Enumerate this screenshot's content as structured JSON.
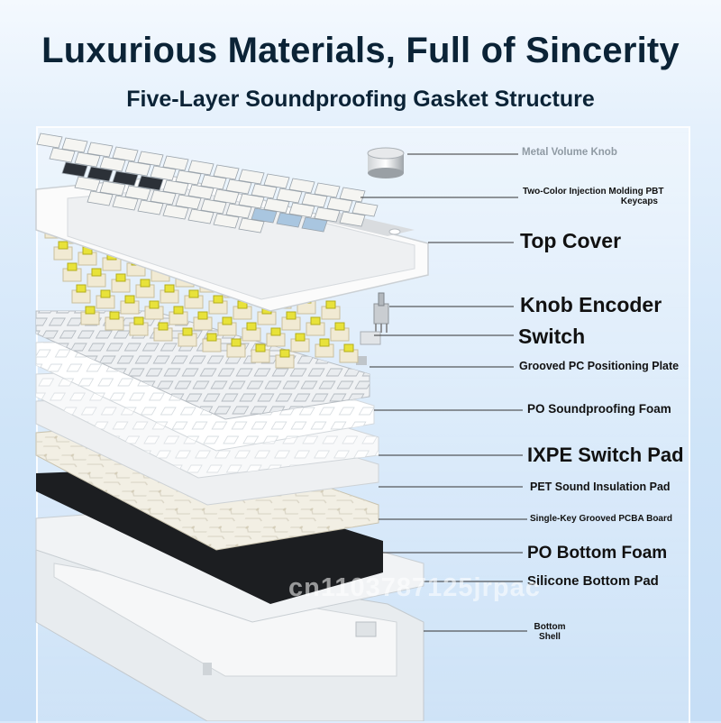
{
  "title": "Luxurious Materials, Full of Sincerity",
  "subtitle": "Five-Layer Soundproofing Gasket Structure",
  "labels": {
    "metal_volume_knob": "Metal Volume Knob",
    "keycaps_line1": "Two-Color Injection Molding PBT",
    "keycaps_line2": "Keycaps",
    "top_cover": "Top Cover",
    "knob_encoder": "Knob Encoder",
    "switch": "Switch",
    "positioning_plate": "Grooved PC Positioning Plate",
    "po_soundproofing_foam": "PO Soundproofing Foam",
    "ixpe_switch_pad": "IXPE Switch Pad",
    "pet_sound_insulation_pad": "PET Sound Insulation Pad",
    "pcba_board": "Single-Key Grooved PCBA Board",
    "po_bottom_foam": "PO Bottom Foam",
    "silicone_bottom_pad": "Silicone Bottom Pad",
    "bottom_shell_line1": "Bottom",
    "bottom_shell_line2": "Shell"
  },
  "watermark": "cn1103787125jrpac",
  "colors": {
    "title": "#0b2336",
    "background": "#d7e9fb",
    "keycap_white": "#f5f5f2",
    "keycap_blue": "#a9c6e0",
    "keycap_dark": "#2c3138",
    "switch_yellow": "#e8e23a",
    "pcb_black": "#16181b"
  }
}
